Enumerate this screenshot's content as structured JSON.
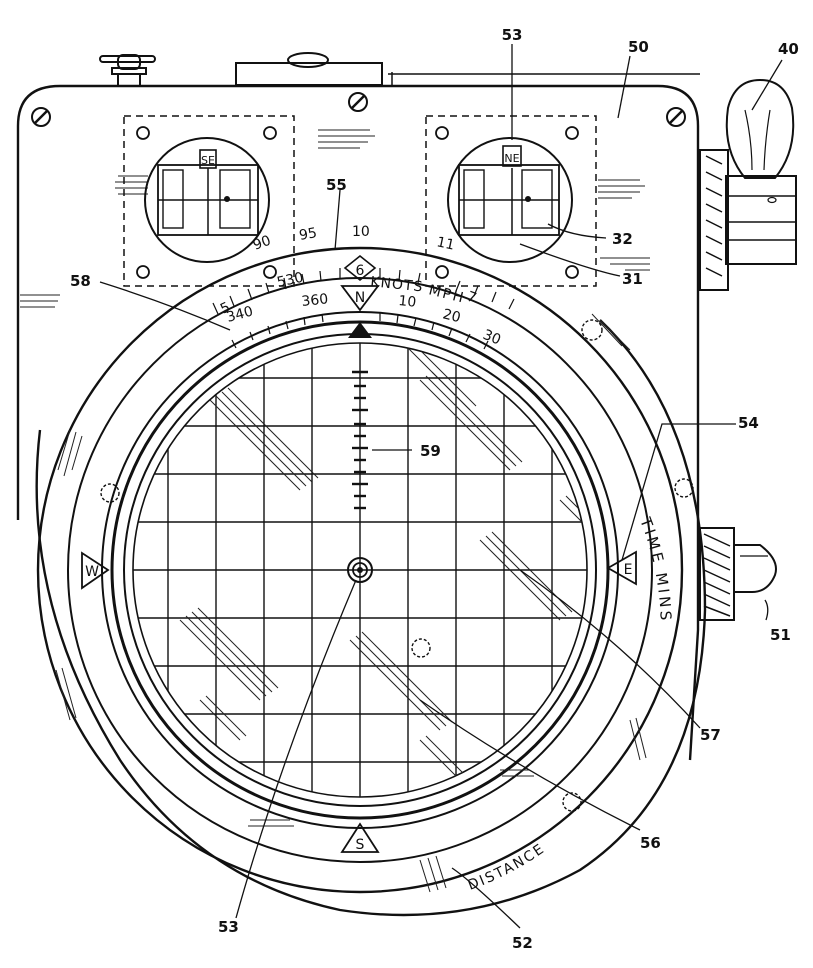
{
  "refs": {
    "r53top": "53",
    "r50": "50",
    "r40": "40",
    "r55": "55",
    "r32": "32",
    "r31": "31",
    "r58": "58",
    "r54": "54",
    "r59": "59",
    "r51": "51",
    "r57": "57",
    "r56": "56",
    "r53bottom": "53",
    "r52": "52"
  },
  "window_left_label": "SE",
  "window_right_label": "NE",
  "outer_scale": [
    "5",
    "90",
    "530",
    "95",
    "10",
    "11",
    "7"
  ],
  "inner_scale": [
    "340",
    "360",
    "10",
    "20",
    "30"
  ],
  "knots": "KNOTS",
  "mph": "MPH",
  "cardinals": {
    "n": "N",
    "s": "S",
    "e": "E",
    "w": "W",
    "six": "6"
  },
  "time_mins": "TIME MINS",
  "distance": "DISTANCE"
}
